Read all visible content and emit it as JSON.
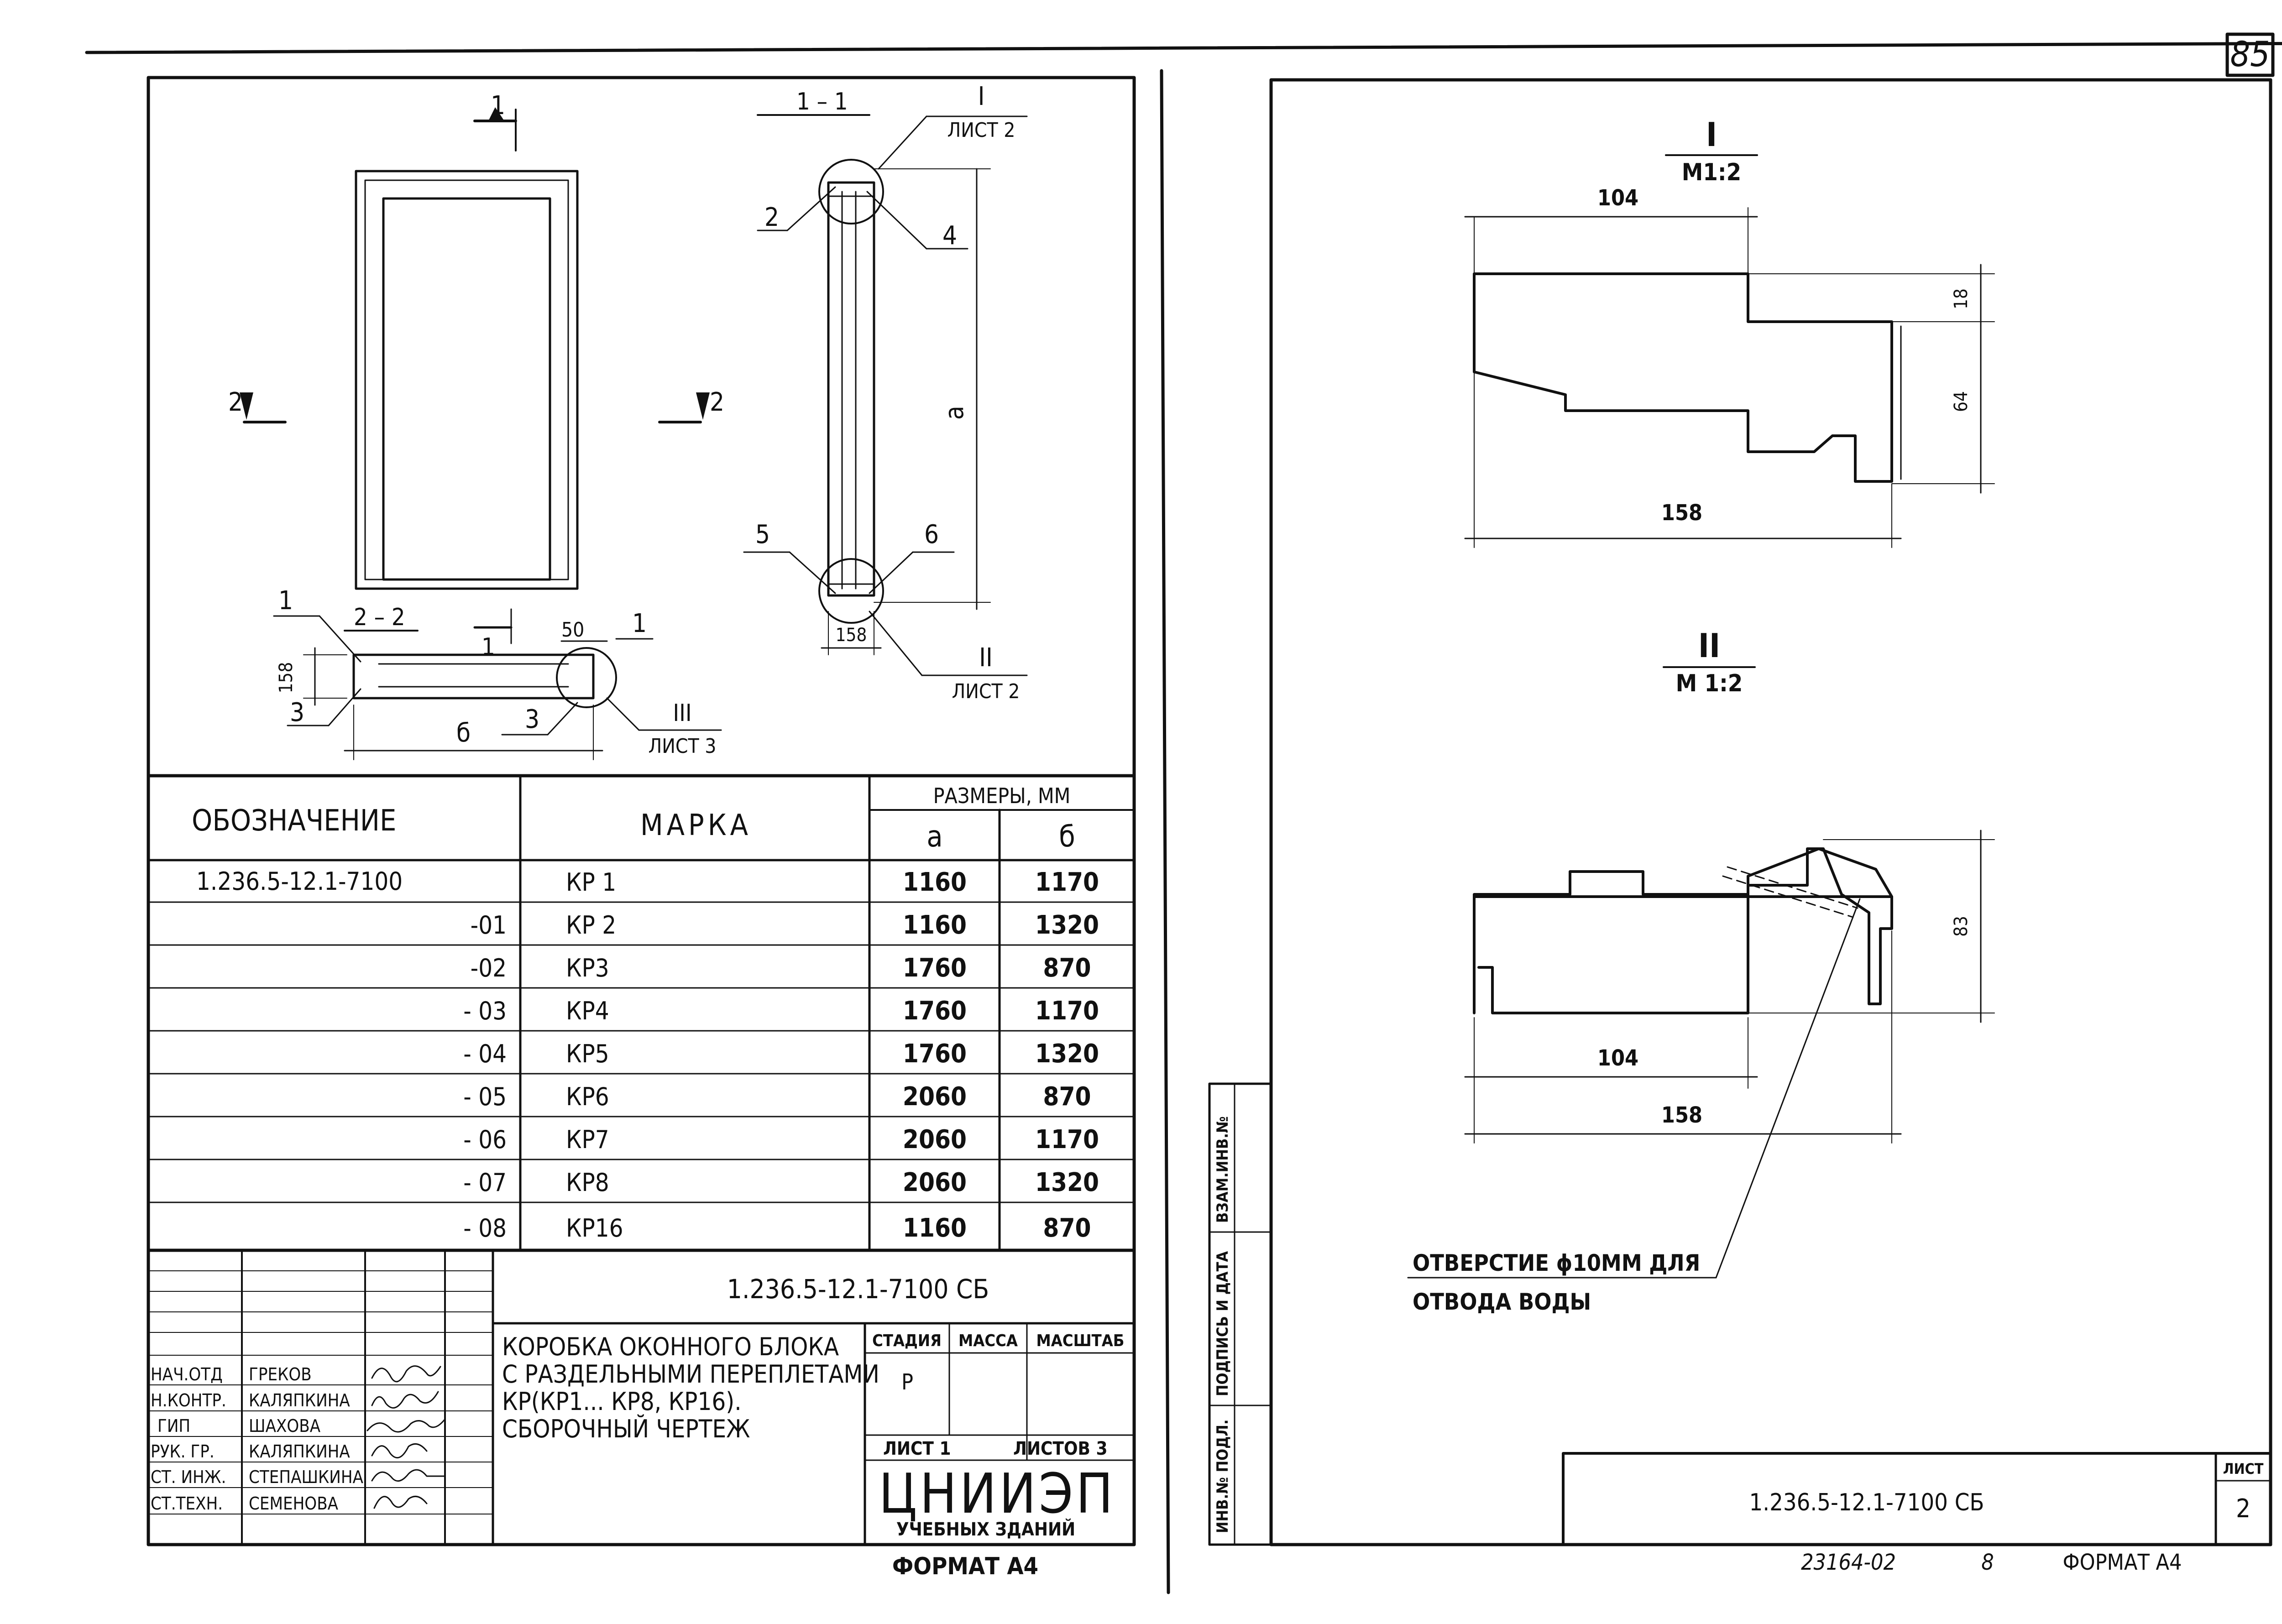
{
  "page_number": "85",
  "left_sheet": {
    "section_1_1": "1 – 1",
    "section_2_2": "2 – 2",
    "cut_mark_1": "1",
    "cut_mark_2": "2",
    "callouts": {
      "c1": "1",
      "c1b": "1",
      "c2": "2",
      "c3": "3",
      "c3b": "3",
      "c4": "4",
      "c5": "5",
      "c6": "6"
    },
    "dim_a": "a",
    "dim_b": "б",
    "dim_158": "158",
    "dim_50": "50",
    "node_refs": [
      {
        "num": "I",
        "sheet": "ЛИСТ 2"
      },
      {
        "num": "II",
        "sheet": "ЛИСТ 2"
      },
      {
        "num": "III",
        "sheet": "ЛИСТ 3"
      }
    ],
    "table": {
      "col_designation": "ОБОЗНАЧЕНИЕ",
      "col_mark": "МАРКА",
      "col_sizes": "РАЗМЕРЫ, ММ",
      "col_a": "а",
      "col_b": "б",
      "rows": [
        {
          "des": "1.236.5-12.1-7100",
          "mark": "КР 1",
          "a": "1160",
          "b": "1170"
        },
        {
          "des": "-01",
          "mark": "КР 2",
          "a": "1160",
          "b": "1320"
        },
        {
          "des": "-02",
          "mark": "КР3",
          "a": "1760",
          "b": "870"
        },
        {
          "des": "- 03",
          "mark": "КР4",
          "a": "1760",
          "b": "1170"
        },
        {
          "des": "- 04",
          "mark": "КР5",
          "a": "1760",
          "b": "1320"
        },
        {
          "des": "- 05",
          "mark": "КР6",
          "a": "2060",
          "b": "870"
        },
        {
          "des": "- 06",
          "mark": "КР7",
          "a": "2060",
          "b": "1170"
        },
        {
          "des": "- 07",
          "mark": "КР8",
          "a": "2060",
          "b": "1320"
        },
        {
          "des": "- 08",
          "mark": "КР16",
          "a": "1160",
          "b": "870"
        }
      ]
    },
    "title_block": {
      "doc_code": "1.236.5-12.1-7100 СБ",
      "title_lines": [
        "КОРОБКА  ОКОННОГО БЛОКА",
        "С РАЗДЕЛЬНЫМИ ПЕРЕПЛЕТАМИ",
        "КР(КР1... КР8, КР16).",
        "СБОРОЧНЫЙ   ЧЕРТЕЖ"
      ],
      "stage_label": "СТАДИЯ",
      "mass_label": "МАССА",
      "scale_label": "МАСШТАБ",
      "stage_value": "Р",
      "sheet_label": "ЛИСТ  1",
      "sheets_label": "ЛИСТОВ  3",
      "org_name": "ЦНИИЭП",
      "org_sub": "УЧЕБНЫХ  ЗДАНИЙ",
      "people": [
        {
          "role": "НАЧ.ОТД",
          "name": "ГРЕКОВ"
        },
        {
          "role": "Н.КОНТР.",
          "name": "КАЛЯПКИНА"
        },
        {
          "role": "ГИП",
          "name": "ШАХОВА"
        },
        {
          "role": "РУК. ГР.",
          "name": "КАЛЯПКИНА"
        },
        {
          "role": "СТ. ИНЖ.",
          "name": "СТЕПАШКИНА"
        },
        {
          "role": "СТ.ТЕХН.",
          "name": "СЕМЕНОВА"
        }
      ]
    },
    "format": "ФОРМАТ  А4"
  },
  "right_sheet": {
    "node_1": {
      "num": "I",
      "scale": "М1:2",
      "dim_104": "104",
      "dim_158": "158",
      "dim_18": "18",
      "dim_64": "64"
    },
    "node_2": {
      "num": "II",
      "scale": "М 1:2",
      "dim_104": "104",
      "dim_158": "158",
      "dim_83": "83"
    },
    "note_line1": "ОТВЕРСТИЕ  ϕ10ММ ДЛЯ",
    "note_line2": "ОТВОДА  ВОДЫ",
    "side_stamp": [
      "ИНВ.№ ПОДЛ.",
      "ПОДПИСЬ И ДАТА",
      "ВЗАМ.ИНВ.№"
    ],
    "doc_code": "1.236.5-12.1-7100 СБ",
    "sheet_label": "ЛИСТ",
    "sheet_number": "2",
    "bottom_code": "23164-02",
    "bottom_num": "8",
    "format": "ФОРМАТ  А4"
  }
}
